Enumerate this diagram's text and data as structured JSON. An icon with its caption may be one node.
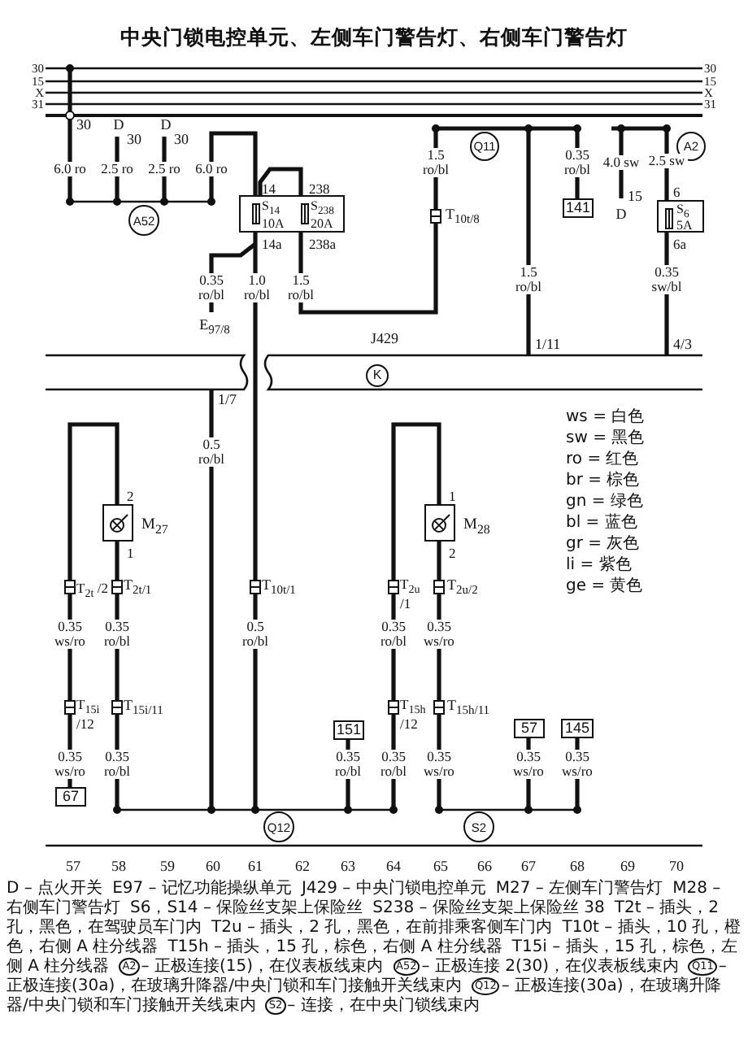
{
  "diagram": {
    "title": "中央门锁电控单元、左侧车门警告灯、右侧车门警告灯",
    "nodes": [
      {
        "text": [
          "Q11"
        ]
      },
      {
        "text": [
          "A2"
        ]
      },
      {
        "text": [
          "S$_{14}$",
          "10A",
          "S$_{238}$",
          "20A"
        ],
        "beside": [
          "14",
          "238",
          "14a",
          "238a"
        ]
      },
      {
        "text": [
          "S$_{6}$",
          "5A"
        ],
        "beside": [
          "6",
          "6a"
        ]
      },
      {
        "text": [
          "141"
        ]
      },
      {
        "text": [
          "A52"
        ]
      },
      {
        "text": [
          "J429"
        ]
      },
      {
        "text": [
          "K"
        ],
        "in": 6
      },
      {
        "text": [
          "M$_{27}$"
        ],
        "beside": [
          "2",
          "1"
        ]
      },
      {
        "text": [
          "M$_{28}$"
        ],
        "beside": [
          "1",
          "2"
        ]
      },
      {
        "text": [
          "57"
        ]
      },
      {
        "text": [
          "145"
        ]
      },
      {
        "text": [
          "151"
        ]
      },
      {
        "text": [
          "67"
        ]
      },
      {
        "text": [
          "Q12"
        ]
      },
      {
        "text": [
          "S2"
        ]
      }
    ],
    "labels": [
      "30",
      "15",
      "X",
      "31",
      "30",
      "15",
      "X",
      "31",
      "30",
      "D",
      "30",
      "D",
      "30",
      "6.0 ro",
      "2.5 ro",
      "2.5 ro",
      "6.0 ro",
      "0.35 ro/bl",
      "1.0 ro/bl",
      "1.5 ro/bl",
      "E$_{97/8}$",
      "1.5 ro/bl",
      "T$_{10t/8}$",
      "0.35 ro/bl",
      "4.0 sw",
      "15",
      "D",
      "2.5 sw",
      "1.5 ro/bl",
      "0.35 sw/bl",
      "1/11",
      "4/3",
      "1/7",
      "0.5 ro/bl",
      "T$_{2t}$ /2",
      "T$_{2t/1}$",
      "T$_{10t/1}$",
      "T$_{2u}$ /1",
      "T$_{2u/2}$",
      "0.35 ws/ro",
      "0.35 ro/bl",
      "0.5 ro/bl",
      "0.35 ro/bl",
      "0.35 ws/ro",
      "T$_{15i}$ /12",
      "T$_{15i/11}$",
      "T$_{15h}$ /12",
      "T$_{15h/11}$",
      "0.35 ws/ro",
      "0.35 ro/bl",
      "0.35 ro/bl",
      "0.35 ro/bl",
      "0.35 ws/ro",
      "0.35 ws/ro",
      "0.35 ws/ro",
      "57",
      "58",
      "59",
      "60",
      "61",
      "62",
      "63",
      "64",
      "65",
      "66",
      "67",
      "68",
      "69",
      "70",
      "ws = 白色",
      "sw = 黑色",
      "ro = 红色",
      "br = 棕色",
      "gn = 绿色",
      "bl = 蓝色",
      "gr = 灰色",
      "li = 紫色",
      "ge = 黄色",
      "D – 点火开关",
      "E97 – 记忆功能操纵单元",
      "J429 – 中央门锁电控单元",
      "M27 – 左侧车门警告灯",
      "M28 – 右侧车门警告灯",
      "S6，S14 – 保险丝支架上保险丝",
      "S238 – 保险丝支架上保险丝 38",
      "T2t – 插头，2 孔，黑色，在驾驶员车门内",
      "T2u – 插头，2 孔，黑色，在前排乘客侧车门内",
      "T10t – 插头，10 孔，橙色，右侧 A 柱分线器",
      "T15h – 插头，15 孔，棕色，右侧 A 柱分线器",
      "T15i – 插头，15 孔，棕色，左侧 A 柱分线器",
      "A2",
      "– 正极连接(15)，在仪表板线束内",
      "A52",
      "– 正极连接 2(30)，在仪表板线束内",
      "Q11",
      "– 正极连接(30a)，在玻璃升降器/中央门锁和车门接触开关线束内",
      "Q12",
      "– 正极连接(30a)，在玻璃升降器/中央门锁和车门接触开关线束内",
      "S2",
      "– 连接，在中央门锁线束内"
    ]
  }
}
